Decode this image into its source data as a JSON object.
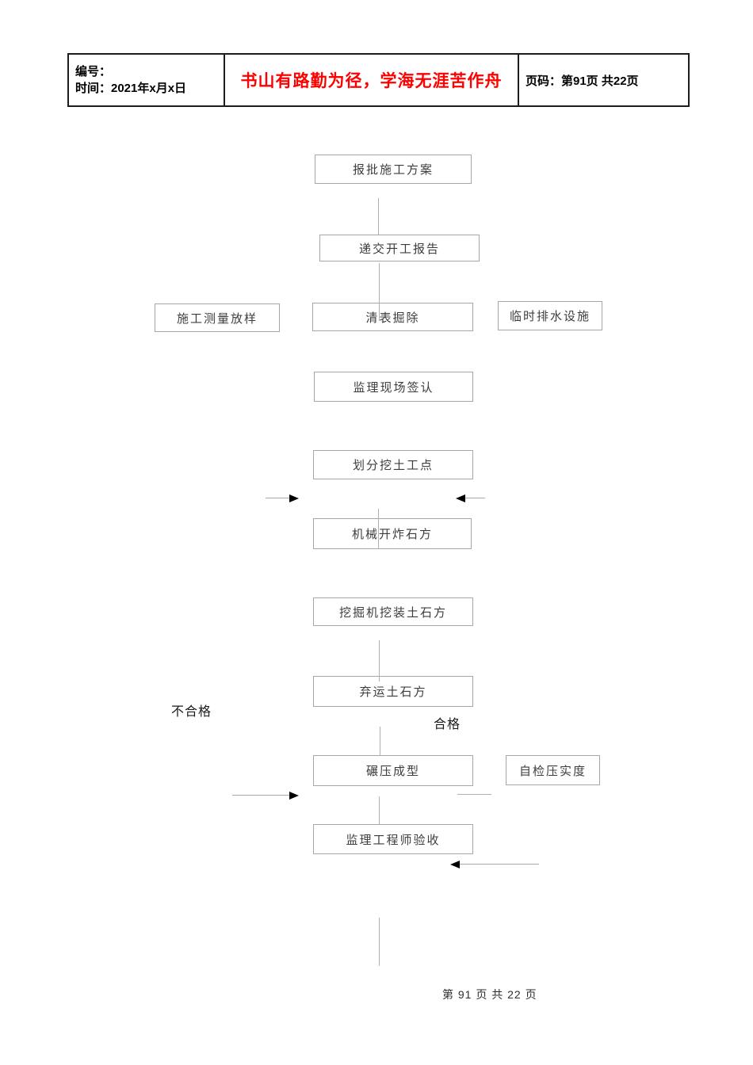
{
  "header": {
    "number_label": "编号：",
    "time_label": "时间：2021年x月x日",
    "slogan": "书山有路勤为径，学海无涯苦作舟",
    "page_label": "页码：第91页 共22页"
  },
  "flowchart": {
    "nodes": [
      {
        "label": "报批施工方案"
      },
      {
        "label": "递交开工报告"
      },
      {
        "label": "施工测量放样"
      },
      {
        "label": "清表掘除"
      },
      {
        "label": "临时排水设施"
      },
      {
        "label": "监理现场签认"
      },
      {
        "label": "划分挖土工点"
      },
      {
        "label": "机械开炸石方"
      },
      {
        "label": "挖掘机挖装土石方"
      },
      {
        "label": "弃运土石方"
      },
      {
        "label": "碾压成型"
      },
      {
        "label": "自检压实度"
      },
      {
        "label": "监理工程师验收"
      }
    ],
    "branch_labels": {
      "fail": "不合格",
      "pass": "合格"
    }
  },
  "footer": {
    "page_text": "第 91 页 共 22 页"
  },
  "colors": {
    "slogan_red": "#FF0000",
    "box_border": "#a6a6a6",
    "connector_gray": "#b0b0b0",
    "arrow_black": "#000000",
    "table_border": "#1c1c1c"
  }
}
